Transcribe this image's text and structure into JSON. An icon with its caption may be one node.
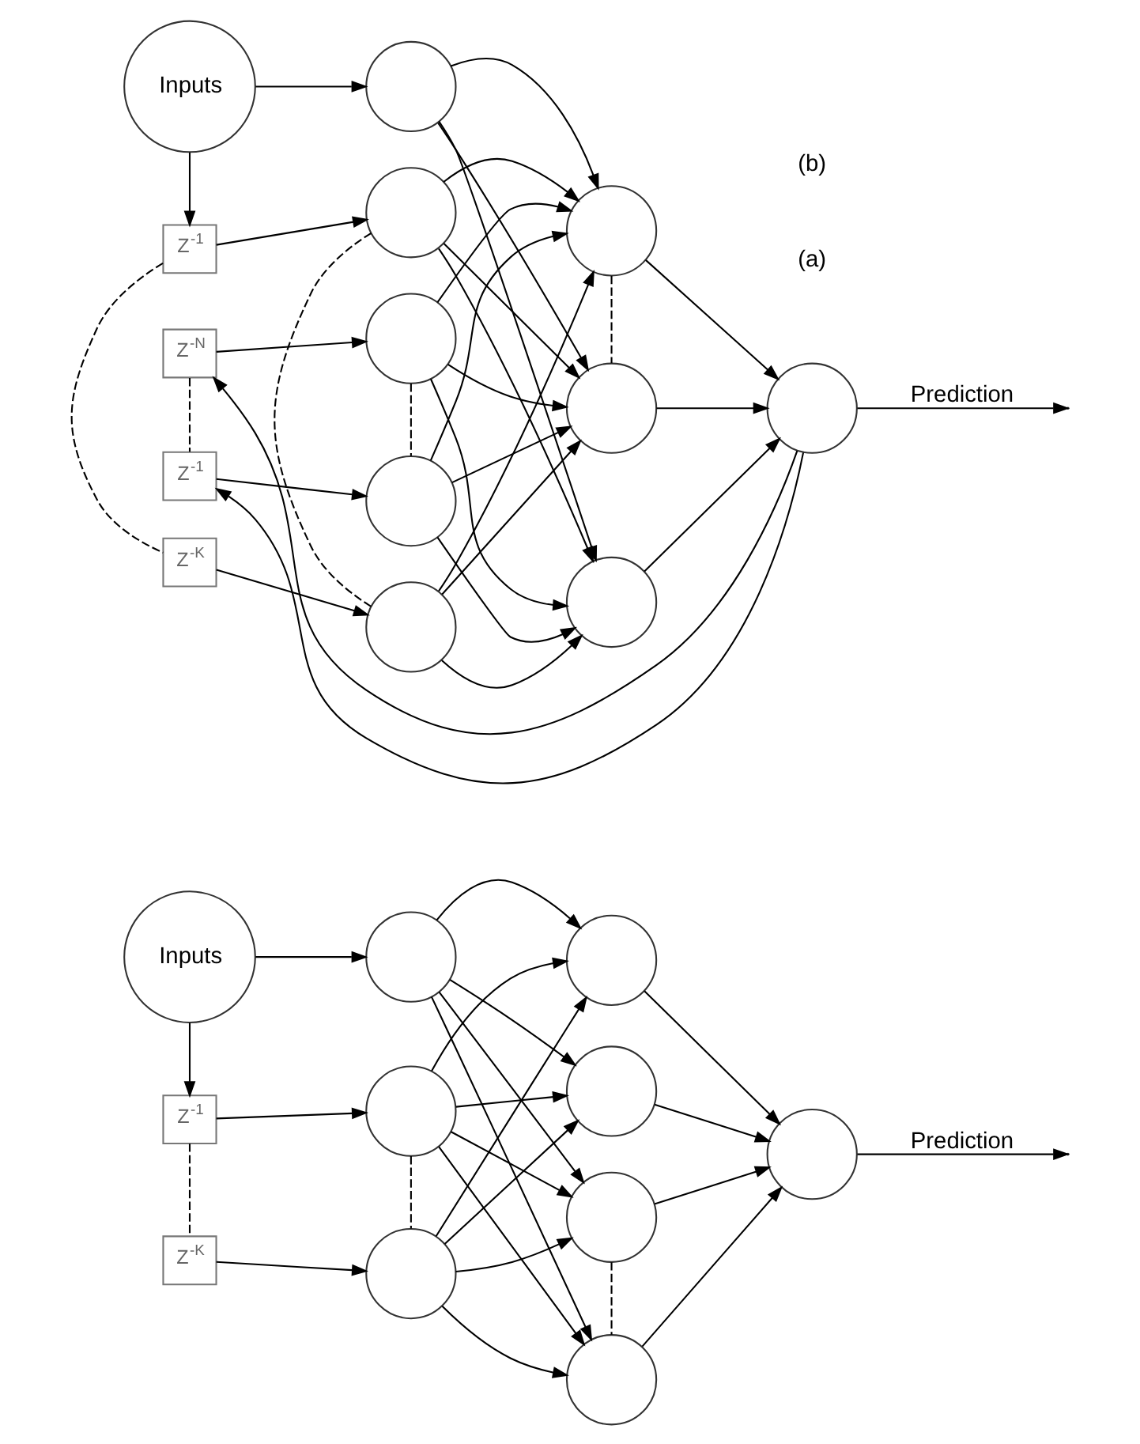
{
  "diagram": {
    "nodes": [
      {
        "text": [
          "Inputs"
        ]
      },
      {
        "text": [],
        "shape": "circle"
      },
      {
        "text": [
          "Z$^{-1}$"
        ]
      },
      {
        "text": [],
        "shape": "circle"
      },
      {
        "text": [
          "Z$^{-K}$"
        ]
      },
      {
        "text": [],
        "shape": "circle"
      },
      {
        "text": [
          "Z$^{-N}$"
        ]
      },
      {
        "text": [],
        "shape": "circle"
      },
      {
        "text": [
          "Z$^{-1}$"
        ]
      },
      {
        "text": [],
        "shape": "circle"
      },
      {
        "text": [],
        "shape": "circle"
      },
      {
        "text": [],
        "shape": "circle"
      },
      {
        "text": [],
        "shape": "circle"
      },
      {
        "text": [],
        "shape": "circle"
      },
      {
        "text": [
          "Inputs"
        ]
      },
      {
        "text": [],
        "shape": "circle"
      },
      {
        "text": [
          "Z$^{-1}$"
        ]
      },
      {
        "text": [],
        "shape": "circle"
      },
      {
        "text": [
          "Z$^{-K}$"
        ]
      },
      {
        "text": [],
        "shape": "circle"
      },
      {
        "text": [],
        "shape": "circle"
      },
      {
        "text": [],
        "shape": "circle"
      },
      {
        "text": [],
        "shape": "circle"
      },
      {
        "text": [],
        "shape": "circle"
      },
      {
        "text": [],
        "shape": "circle"
      }
    ],
    "edges": [
      {
        "from": 0,
        "to": 1,
        "arrow": "to"
      },
      {
        "from": 0,
        "to": 2,
        "arrow": "to"
      },
      {
        "from": 2,
        "to": 3,
        "arrow": "to"
      },
      {
        "from": 4,
        "to": 5,
        "arrow": "to"
      },
      {
        "from": 6,
        "to": 7,
        "arrow": "to"
      },
      {
        "from": 8,
        "to": 9,
        "arrow": "to"
      },
      {
        "from": 2,
        "to": 4,
        "arrow": "none",
        "style": "dashed"
      },
      {
        "from": 6,
        "to": 8,
        "arrow": "none",
        "style": "dashed"
      },
      {
        "from": 3,
        "to": 5,
        "arrow": "none",
        "style": "dashed"
      },
      {
        "from": 7,
        "to": 9,
        "arrow": "none",
        "style": "dashed"
      },
      {
        "from": 1,
        "to": 10,
        "arrow": "to"
      },
      {
        "from": 1,
        "to": 11,
        "arrow": "to"
      },
      {
        "from": 1,
        "to": 12,
        "arrow": "to"
      },
      {
        "from": 3,
        "to": 10,
        "arrow": "to"
      },
      {
        "from": 3,
        "to": 11,
        "arrow": "to"
      },
      {
        "from": 3,
        "to": 12,
        "arrow": "to"
      },
      {
        "from": 5,
        "to": 10,
        "arrow": "to"
      },
      {
        "from": 5,
        "to": 11,
        "arrow": "to"
      },
      {
        "from": 5,
        "to": 12,
        "arrow": "to"
      },
      {
        "from": 7,
        "to": 10,
        "arrow": "to"
      },
      {
        "from": 7,
        "to": 11,
        "arrow": "to"
      },
      {
        "from": 7,
        "to": 12,
        "arrow": "to"
      },
      {
        "from": 9,
        "to": 10,
        "arrow": "to"
      },
      {
        "from": 9,
        "to": 11,
        "arrow": "to"
      },
      {
        "from": 9,
        "to": 12,
        "arrow": "to"
      },
      {
        "from": 11,
        "to": 12,
        "arrow": "none",
        "style": "dashed"
      },
      {
        "from": 10,
        "to": 13,
        "arrow": "to"
      },
      {
        "from": 11,
        "to": 13,
        "arrow": "to"
      },
      {
        "from": 12,
        "to": 13,
        "arrow": "to"
      },
      {
        "from": 13,
        "to": null,
        "arrow": "to",
        "label": "Prediction"
      },
      {
        "from": 13,
        "to": 6,
        "arrow": "to"
      },
      {
        "from": 13,
        "to": 8,
        "arrow": "to"
      },
      {
        "from": 14,
        "to": 15,
        "arrow": "to"
      },
      {
        "from": 14,
        "to": 16,
        "arrow": "to"
      },
      {
        "from": 16,
        "to": 17,
        "arrow": "to"
      },
      {
        "from": 18,
        "to": 19,
        "arrow": "to"
      },
      {
        "from": 16,
        "to": 18,
        "arrow": "none",
        "style": "dashed"
      },
      {
        "from": 17,
        "to": 19,
        "arrow": "none",
        "style": "dashed"
      },
      {
        "from": 15,
        "to": 20,
        "arrow": "to"
      },
      {
        "from": 15,
        "to": 21,
        "arrow": "to"
      },
      {
        "from": 15,
        "to": 22,
        "arrow": "to"
      },
      {
        "from": 15,
        "to": 23,
        "arrow": "to"
      },
      {
        "from": 17,
        "to": 20,
        "arrow": "to"
      },
      {
        "from": 17,
        "to": 21,
        "arrow": "to"
      },
      {
        "from": 17,
        "to": 22,
        "arrow": "to"
      },
      {
        "from": 17,
        "to": 23,
        "arrow": "to"
      },
      {
        "from": 19,
        "to": 20,
        "arrow": "to"
      },
      {
        "from": 19,
        "to": 21,
        "arrow": "to"
      },
      {
        "from": 19,
        "to": 22,
        "arrow": "to"
      },
      {
        "from": 19,
        "to": 23,
        "arrow": "to"
      },
      {
        "from": 22,
        "to": 23,
        "arrow": "none",
        "style": "dashed"
      },
      {
        "from": 20,
        "to": 24,
        "arrow": "to"
      },
      {
        "from": 21,
        "to": 24,
        "arrow": "to"
      },
      {
        "from": 22,
        "to": 24,
        "arrow": "to"
      },
      {
        "from": 23,
        "to": 24,
        "arrow": "to"
      },
      {
        "from": 24,
        "to": null,
        "arrow": "to",
        "label": "Prediction"
      }
    ],
    "labels": [
      "(a)",
      "(b)"
    ]
  }
}
